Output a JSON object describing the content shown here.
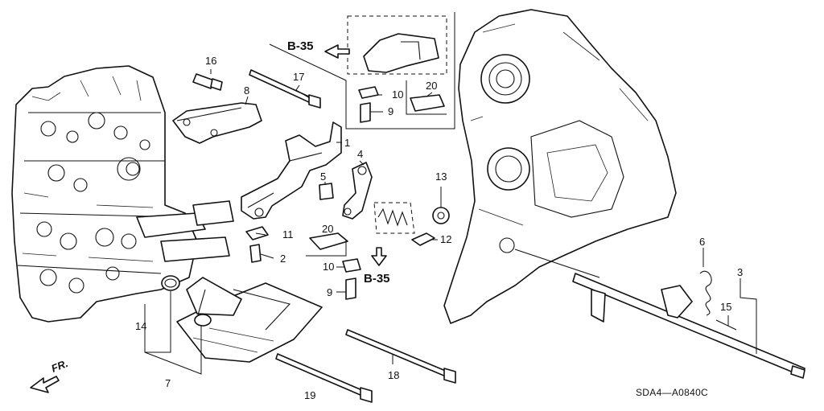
{
  "diagram": {
    "code": "SDA4—A0840C",
    "front_marker": "FR.",
    "refs": {
      "top": "B-35",
      "bottom": "B-35"
    },
    "callouts": {
      "c1": "1",
      "c2": "2",
      "c3": "3",
      "c4": "4",
      "c5": "5",
      "c6": "6",
      "c7": "7",
      "c8": "8",
      "c9a": "9",
      "c9b": "9",
      "c10a": "10",
      "c10b": "10",
      "c11": "11",
      "c12": "12",
      "c13": "13",
      "c14": "14",
      "c15": "15",
      "c16": "16",
      "c17": "17",
      "c18": "18",
      "c19": "19",
      "c20a": "20",
      "c20b": "20"
    }
  }
}
